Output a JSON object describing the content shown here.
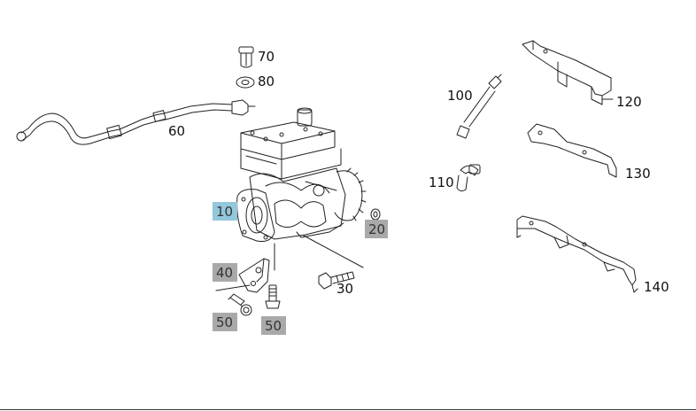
{
  "colors": {
    "line": "#222222",
    "highlight_box": "#93c7dc",
    "grey_box": "#a9a9a9",
    "background": "#ffffff"
  },
  "labels": {
    "p10": "10",
    "p20": "20",
    "p30": "30",
    "p40": "40",
    "p50a": "50",
    "p50b": "50",
    "p60": "60",
    "p70": "70",
    "p80": "80",
    "p100": "100",
    "p110": "110",
    "p120": "120",
    "p130": "130",
    "p140": "140"
  }
}
